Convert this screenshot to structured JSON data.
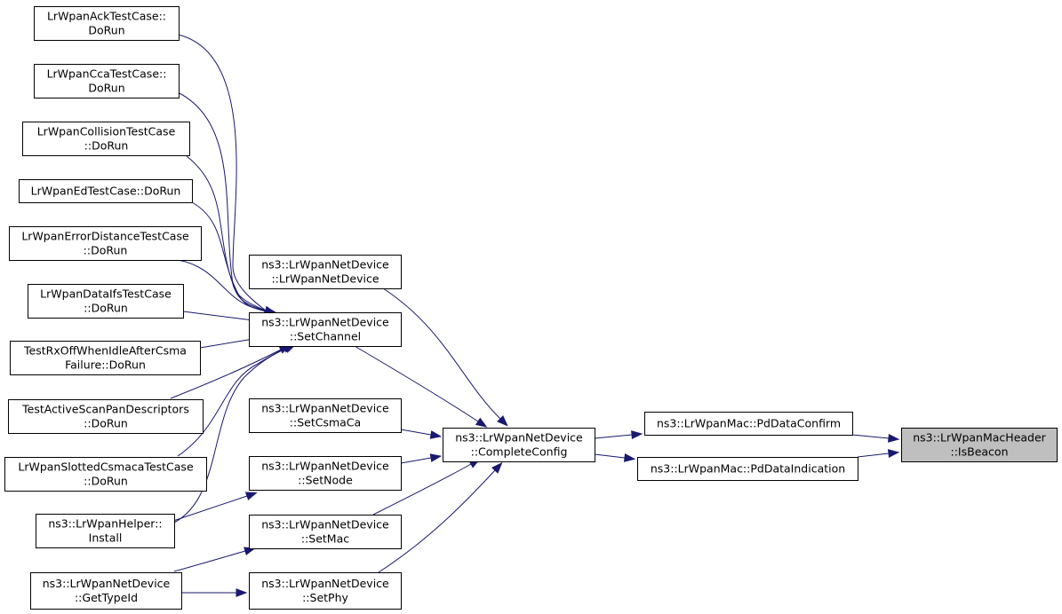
{
  "diagram": {
    "colors": {
      "edge": "#191970",
      "focus_fill": "#bfbfbf",
      "node_fill": "#ffffff",
      "node_border": "#000000"
    },
    "nodes": [
      {
        "id": "ack",
        "lines": [
          "LrWpanAckTestCase::",
          "DoRun"
        ]
      },
      {
        "id": "cca",
        "lines": [
          "LrWpanCcaTestCase::",
          "DoRun"
        ]
      },
      {
        "id": "coll",
        "lines": [
          "LrWpanCollisionTestCase",
          "::DoRun"
        ]
      },
      {
        "id": "ed",
        "lines": [
          "LrWpanEdTestCase::DoRun"
        ]
      },
      {
        "id": "errdist",
        "lines": [
          "LrWpanErrorDistanceTestCase",
          "::DoRun"
        ]
      },
      {
        "id": "ifs",
        "lines": [
          "LrWpanDataIfsTestCase",
          "::DoRun"
        ]
      },
      {
        "id": "rxoff",
        "lines": [
          "TestRxOffWhenIdleAfterCsma",
          "Failure::DoRun"
        ]
      },
      {
        "id": "activescan",
        "lines": [
          "TestActiveScanPanDescriptors",
          "::DoRun"
        ]
      },
      {
        "id": "slotted",
        "lines": [
          "LrWpanSlottedCsmacaTestCase",
          "::DoRun"
        ]
      },
      {
        "id": "helper",
        "lines": [
          "ns3::LrWpanHelper::",
          "Install"
        ]
      },
      {
        "id": "gettypeid",
        "lines": [
          "ns3::LrWpanNetDevice",
          "::GetTypeId"
        ]
      },
      {
        "id": "ctor",
        "lines": [
          "ns3::LrWpanNetDevice",
          "::LrWpanNetDevice"
        ]
      },
      {
        "id": "setchannel",
        "lines": [
          "ns3::LrWpanNetDevice",
          "::SetChannel"
        ]
      },
      {
        "id": "setcsmaca",
        "lines": [
          "ns3::LrWpanNetDevice",
          "::SetCsmaCa"
        ]
      },
      {
        "id": "setnode",
        "lines": [
          "ns3::LrWpanNetDevice",
          "::SetNode"
        ]
      },
      {
        "id": "setmac",
        "lines": [
          "ns3::LrWpanNetDevice",
          "::SetMac"
        ]
      },
      {
        "id": "setphy",
        "lines": [
          "ns3::LrWpanNetDevice",
          "::SetPhy"
        ]
      },
      {
        "id": "complete",
        "lines": [
          "ns3::LrWpanNetDevice",
          "::CompleteConfig"
        ]
      },
      {
        "id": "pdconfirm",
        "lines": [
          "ns3::LrWpanMac::PdDataConfirm"
        ]
      },
      {
        "id": "pdind",
        "lines": [
          "ns3::LrWpanMac::PdDataIndication"
        ]
      },
      {
        "id": "isbeacon",
        "lines": [
          "ns3::LrWpanMacHeader",
          "::IsBeacon"
        ],
        "focus": true
      }
    ],
    "edges": [
      {
        "from": "ack",
        "to": "setchannel"
      },
      {
        "from": "cca",
        "to": "setchannel"
      },
      {
        "from": "coll",
        "to": "setchannel"
      },
      {
        "from": "ed",
        "to": "setchannel"
      },
      {
        "from": "errdist",
        "to": "setchannel"
      },
      {
        "from": "ifs",
        "to": "setchannel"
      },
      {
        "from": "rxoff",
        "to": "setchannel"
      },
      {
        "from": "activescan",
        "to": "setchannel"
      },
      {
        "from": "slotted",
        "to": "setchannel"
      },
      {
        "from": "helper",
        "to": "setchannel"
      },
      {
        "from": "helper",
        "to": "setnode"
      },
      {
        "from": "gettypeid",
        "to": "setmac"
      },
      {
        "from": "gettypeid",
        "to": "setphy"
      },
      {
        "from": "ctor",
        "to": "complete"
      },
      {
        "from": "setchannel",
        "to": "complete"
      },
      {
        "from": "setcsmaca",
        "to": "complete"
      },
      {
        "from": "setnode",
        "to": "complete"
      },
      {
        "from": "setmac",
        "to": "complete"
      },
      {
        "from": "setphy",
        "to": "complete"
      },
      {
        "from": "complete",
        "to": "pdconfirm"
      },
      {
        "from": "complete",
        "to": "pdind"
      },
      {
        "from": "pdconfirm",
        "to": "isbeacon"
      },
      {
        "from": "pdind",
        "to": "isbeacon"
      }
    ]
  }
}
